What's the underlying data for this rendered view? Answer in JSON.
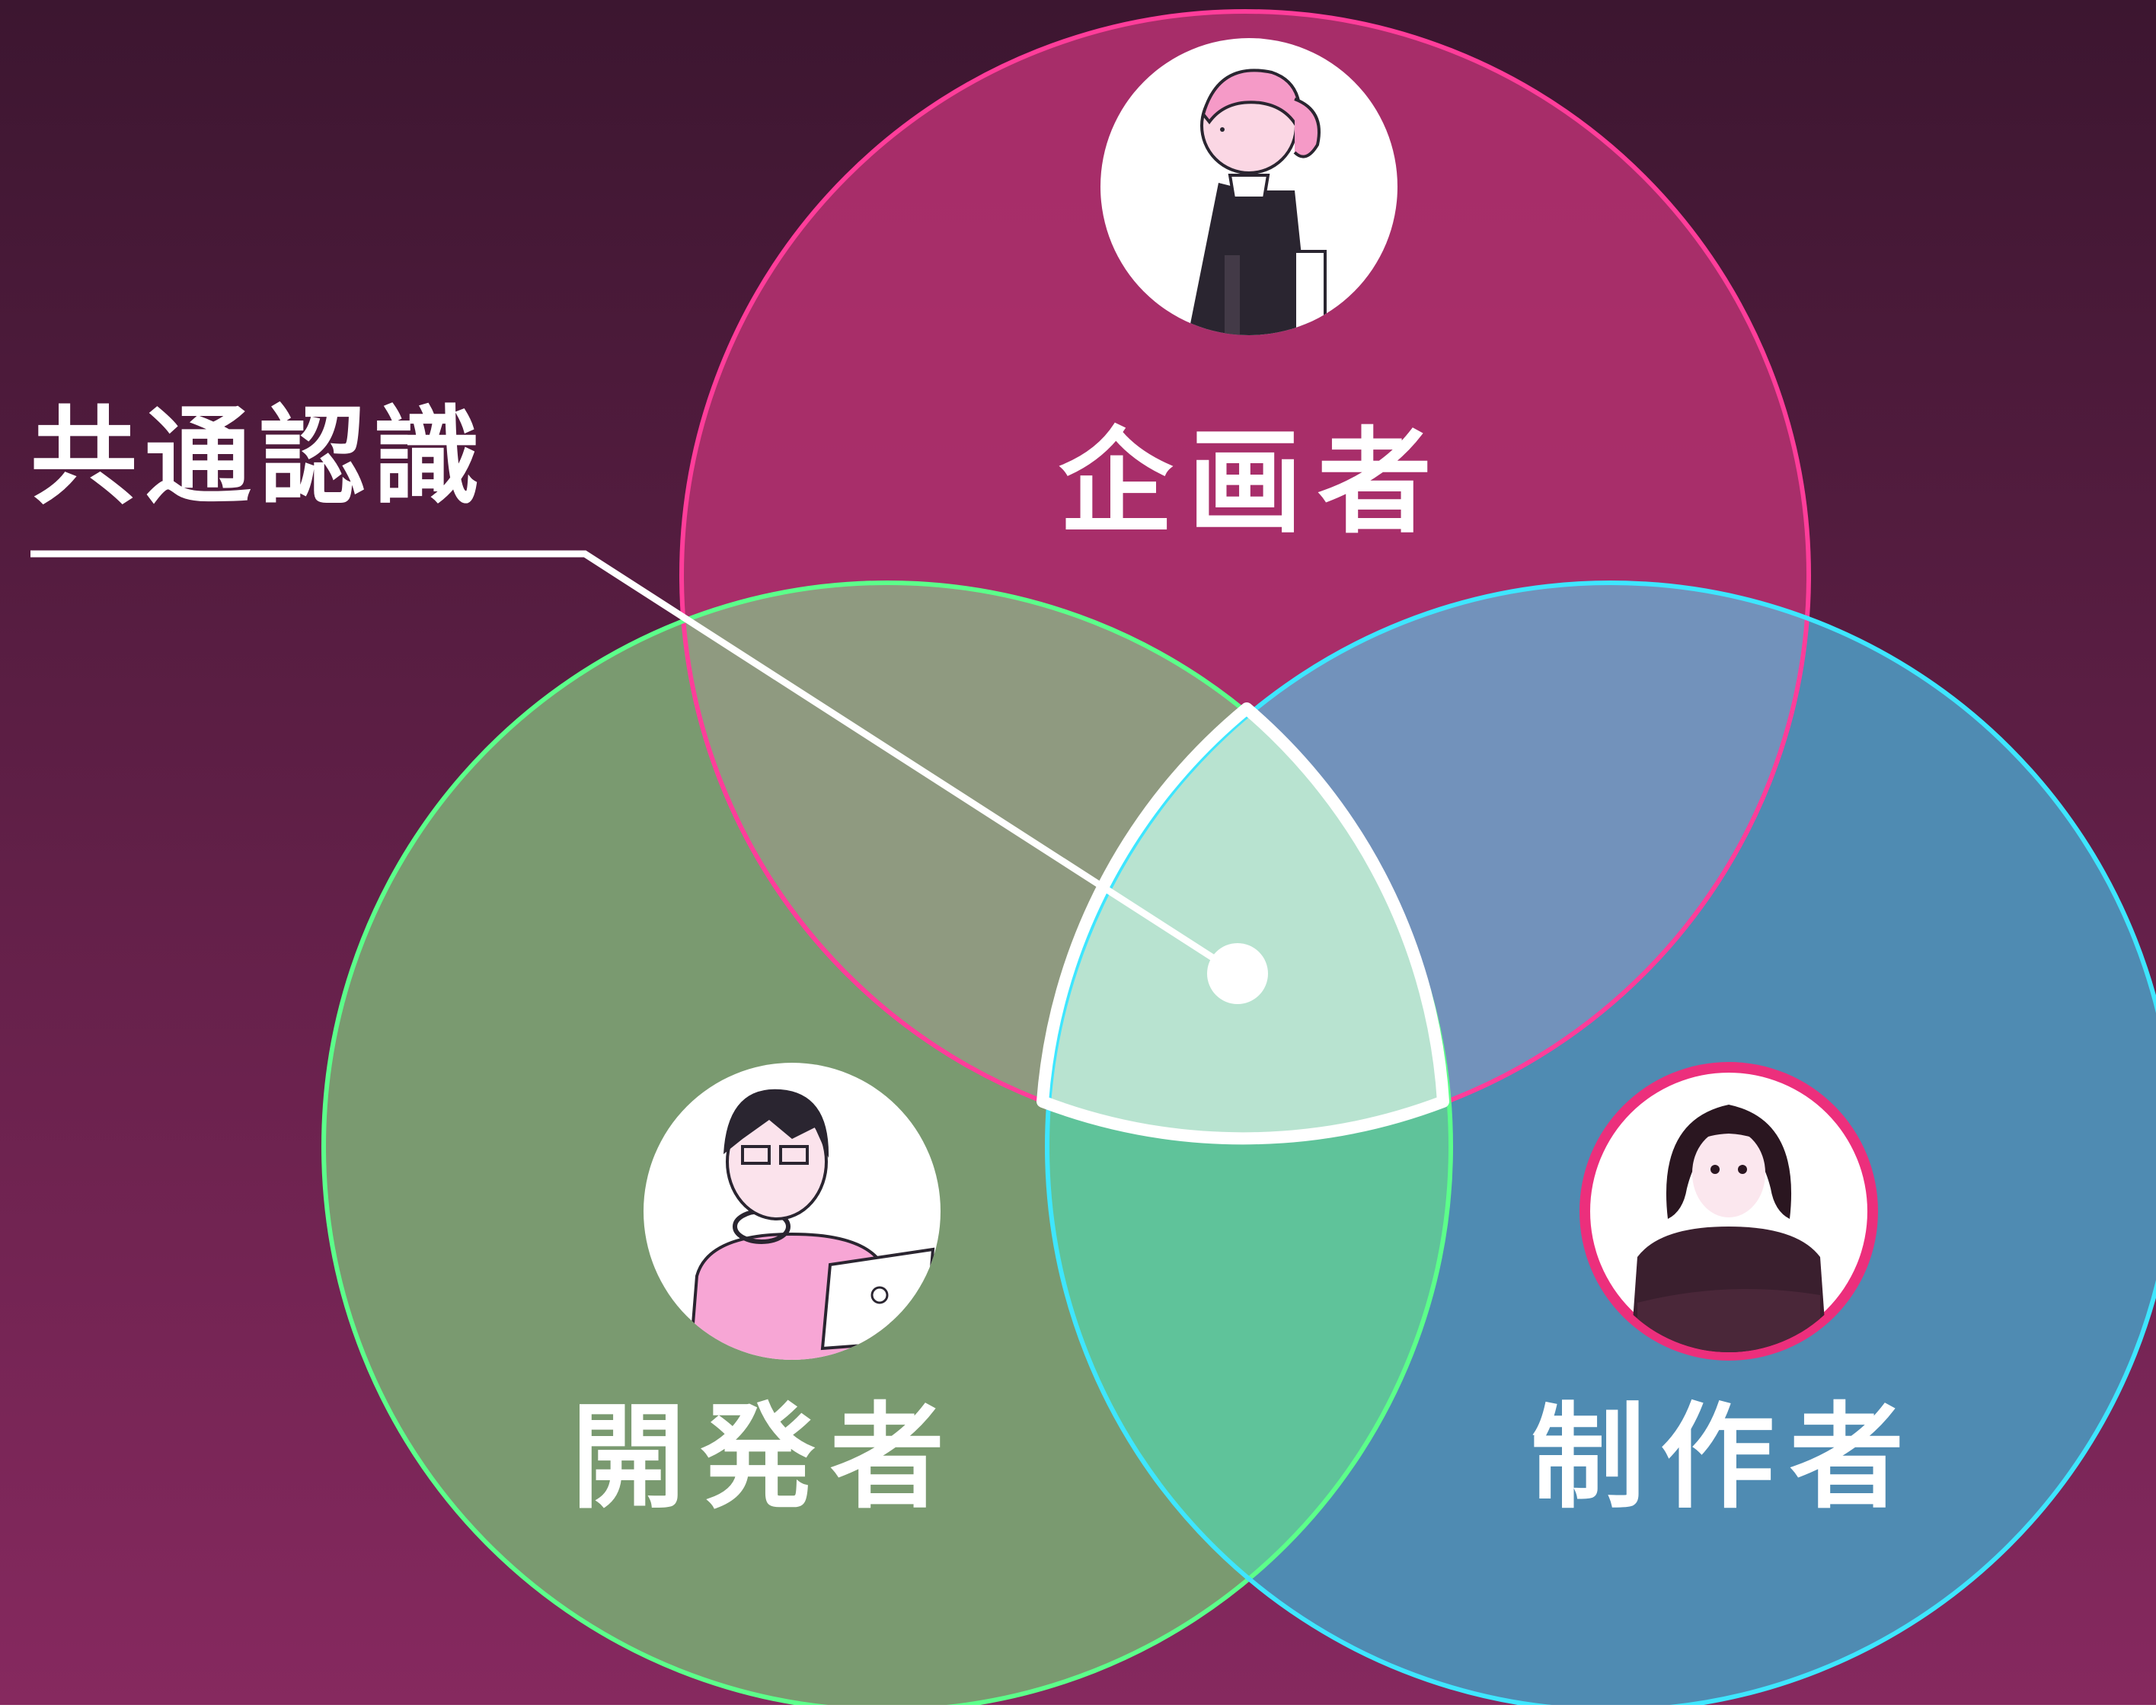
{
  "diagram": {
    "callout_label": "共通認識",
    "sets": [
      {
        "id": "planner",
        "label": "企画者",
        "fill": "#c33a7e",
        "stroke": "#ff3d9a"
      },
      {
        "id": "developer",
        "label": "開発者",
        "fill": "#7fc98a",
        "stroke": "#5cff8a"
      },
      {
        "id": "creator",
        "label": "制作者",
        "fill": "#4ea7c4",
        "stroke": "#3ee6ff"
      }
    ]
  },
  "colors": {
    "background_top": "#3c1630",
    "background_bottom": "#86295f",
    "center_fill": "#b8e3d0",
    "callout_line": "#ffffff",
    "overlap_planner_developer": "#8f9a80",
    "overlap_planner_creator": "#7292bb",
    "overlap_developer_creator": "#5fc39a"
  }
}
